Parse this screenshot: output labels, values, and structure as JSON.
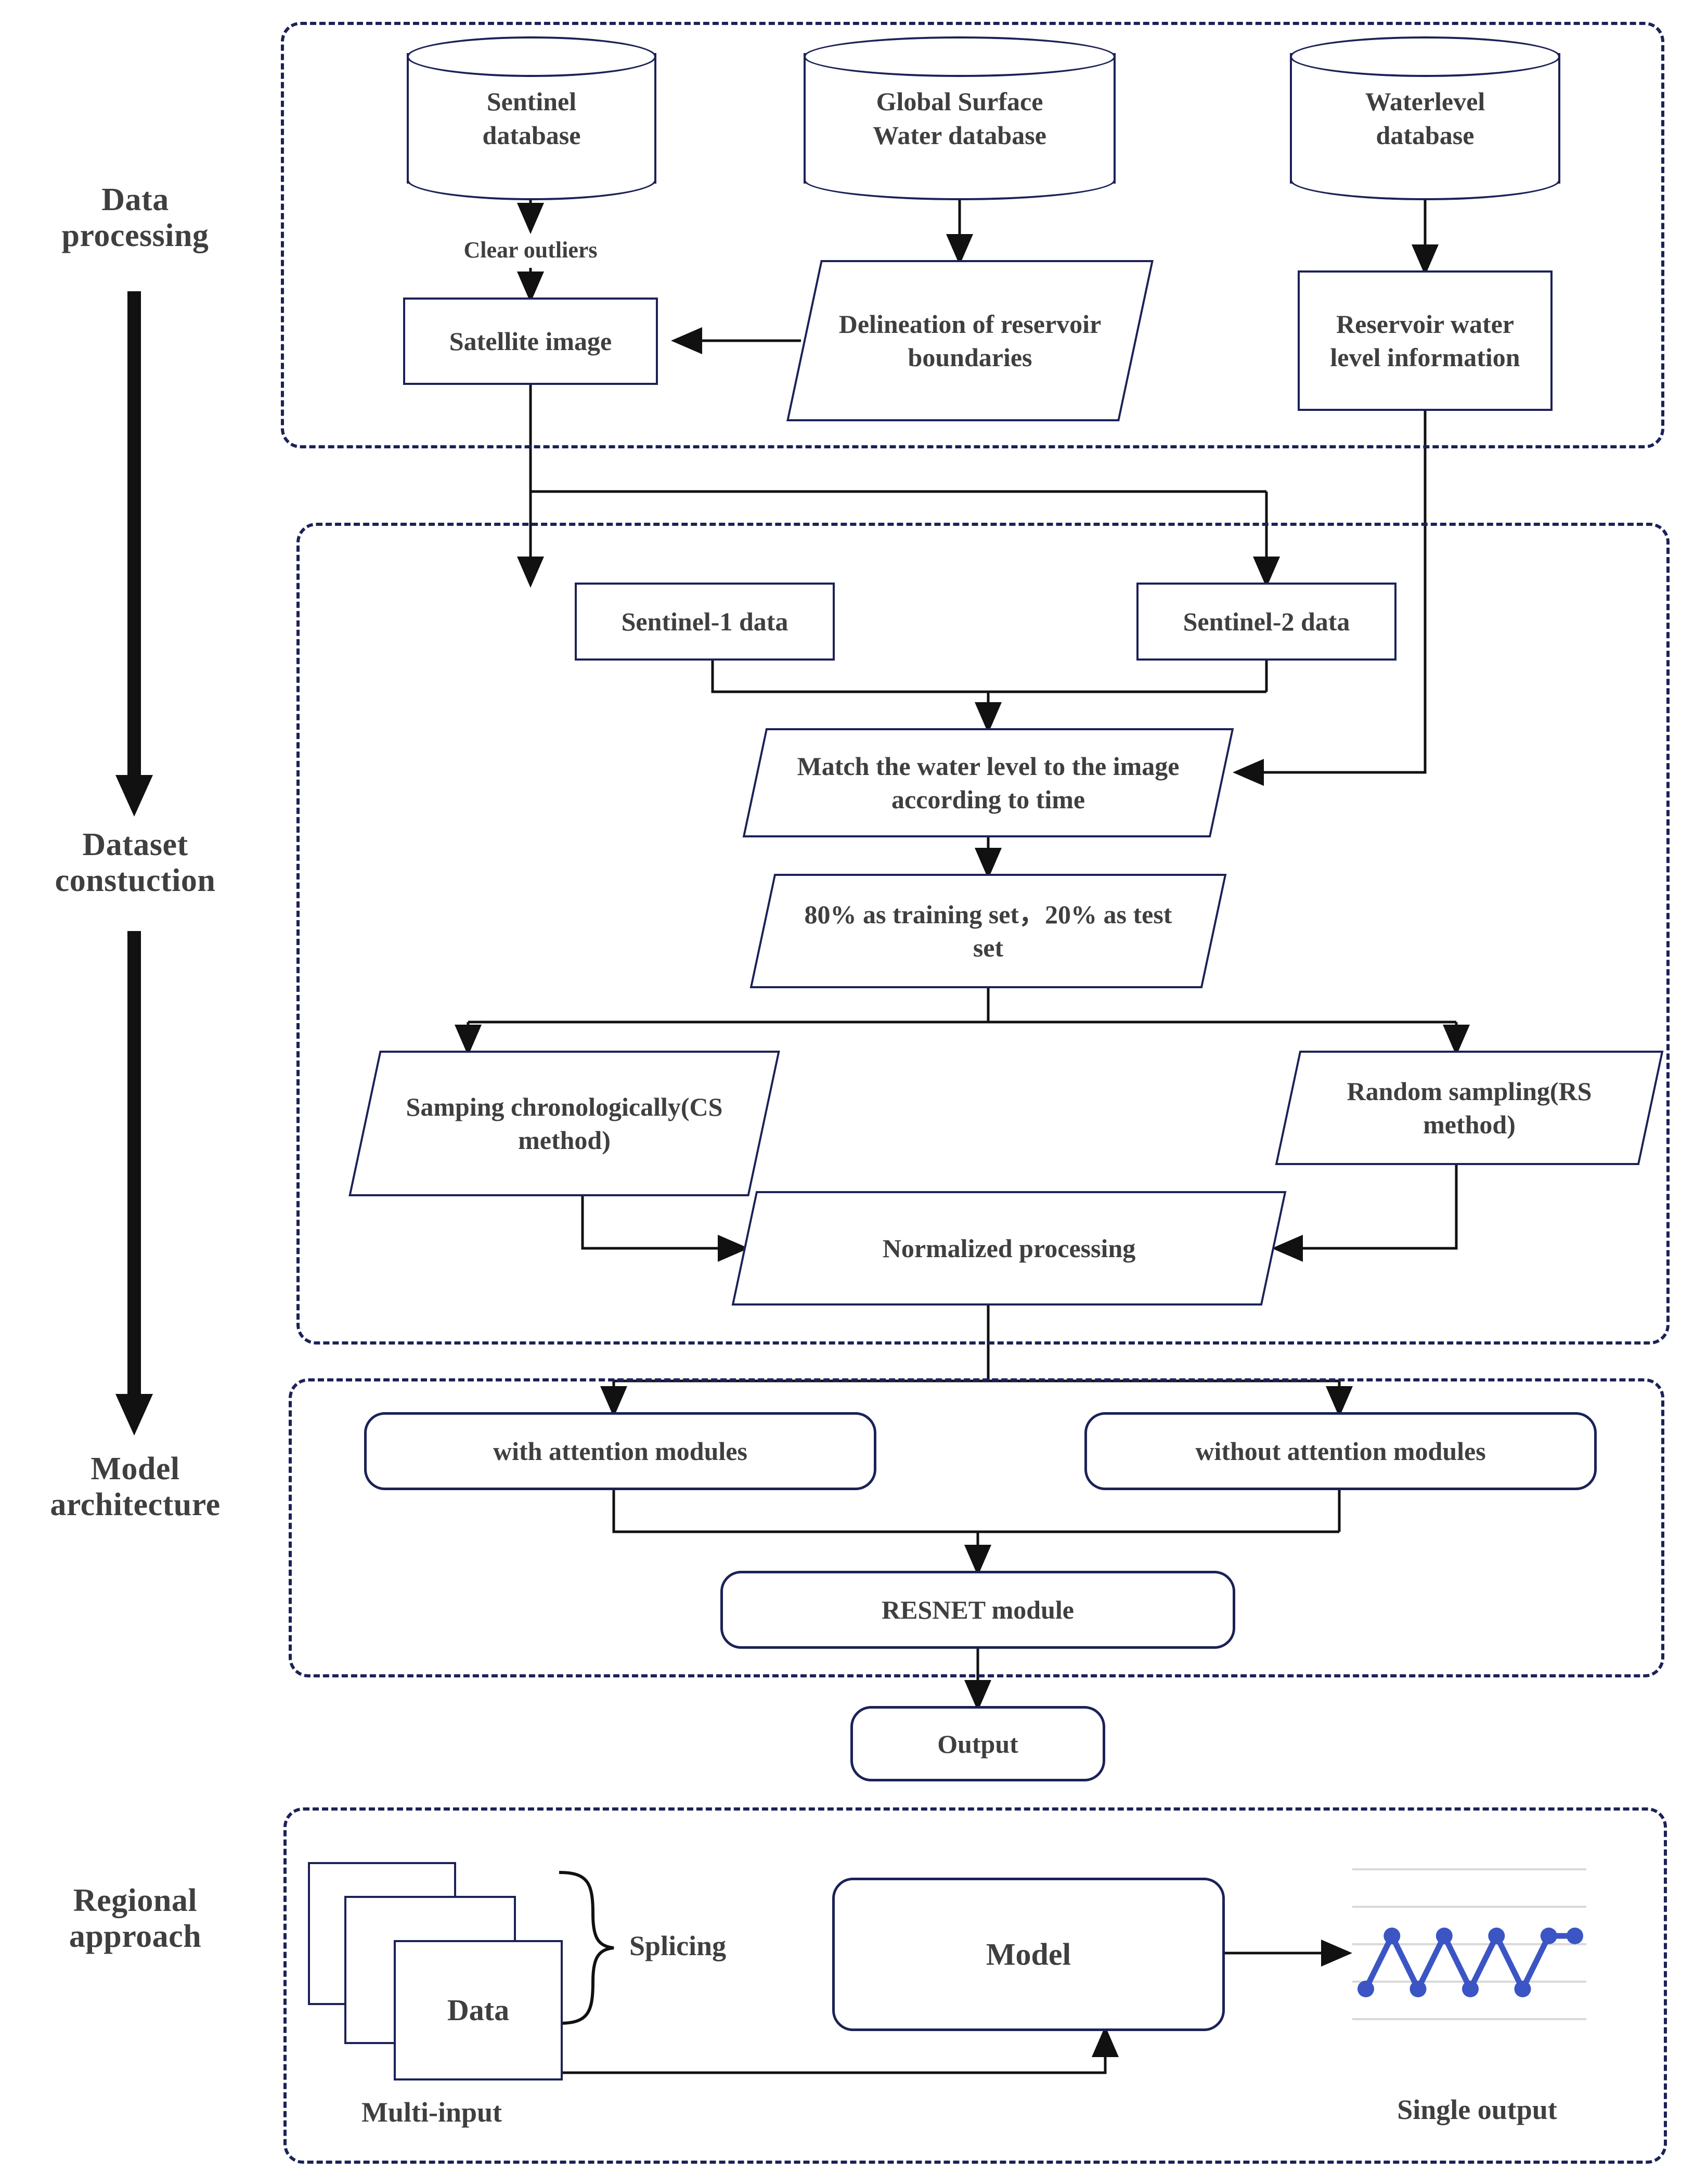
{
  "diagram": {
    "title": "Reservoir water level estimation workflow",
    "accent_border": "#1b2257",
    "text_color": "#3f3f3f",
    "chart_series_color": "#3b55c4"
  },
  "stages": [
    {
      "id": "data-processing",
      "line1": "Data",
      "line2": "processing"
    },
    {
      "id": "dataset-constuction",
      "line1": "Dataset",
      "line2": "constuction"
    },
    {
      "id": "model-architecture",
      "line1": "Model",
      "line2": "architecture"
    },
    {
      "id": "regional-approach",
      "line1": "Regional",
      "line2": "approach"
    }
  ],
  "data_processing": {
    "databases": [
      {
        "id": "sentinel-database",
        "line1": "Sentinel",
        "line2": "database"
      },
      {
        "id": "global-surface-water-database",
        "line1": "Global Surface",
        "line2": "Water database"
      },
      {
        "id": "waterlevel-database",
        "line1": "Waterlevel",
        "line2": "database"
      }
    ],
    "edge_label_clear_outliers": "Clear outliers",
    "satellite_image": "Satellite image",
    "delineation": "Delineation of reservoir boundaries",
    "reservoir_water_level": "Reservoir water level information"
  },
  "dataset_constuction": {
    "sentinel1": "Sentinel-1 data",
    "sentinel2": "Sentinel-2 data",
    "match": "Match the water level to the image according to time",
    "split": "80% as  training set，20% as test set",
    "cs_method": "Samping chronologically(CS method)",
    "rs_method": "Random sampling(RS method)",
    "normalized": "Normalized processing"
  },
  "model_architecture": {
    "with_attention": "with  attention modules",
    "without_attention": "without  attention modules",
    "resnet": "RESNET module"
  },
  "output": {
    "label": "Output"
  },
  "regional_approach": {
    "data_sheet_label": "Data",
    "splicing_label": "Splicing",
    "model_label": "Model",
    "multi_input_label": "Multi-input",
    "single_output_label": "Single output"
  },
  "chart_data": {
    "type": "line",
    "title": "",
    "xlabel": "",
    "ylabel": "",
    "x": [
      1,
      2,
      3,
      4,
      5,
      6,
      7,
      8,
      9
    ],
    "values": [
      1,
      3,
      1,
      3,
      1,
      3,
      1,
      3,
      3
    ],
    "ylim": [
      0,
      5
    ],
    "grid": true,
    "gridlines": [
      0,
      1,
      2,
      3,
      4
    ],
    "legend": "none",
    "series_color": "#3b55c4",
    "marker": "circle",
    "annotation": "Single output"
  }
}
